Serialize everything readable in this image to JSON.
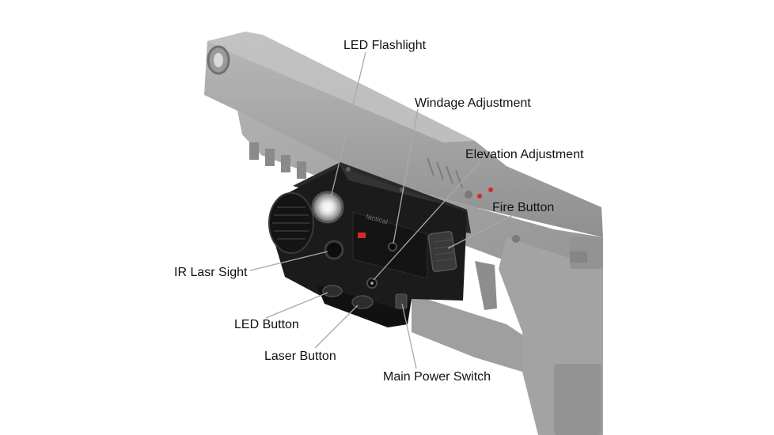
{
  "colors": {
    "background": "#ffffff",
    "pistol": "#a7a7a7",
    "pistol_dark": "#8c8c8c",
    "device": "#1b1b1b",
    "label_text": "#111111",
    "leader_line": "#a9a9a9",
    "laser_red": "#d42a2a"
  },
  "device_marking": "tactical",
  "callouts": {
    "led_flashlight": "LED Flashlight",
    "windage_adjustment": "Windage Adjustment",
    "elevation_adjustment": "Elevation Adjustment",
    "fire_button": "Fire Button",
    "ir_laser_sight": "IR Lasr Sight",
    "led_button": "LED Button",
    "laser_button": "Laser Button",
    "main_power_switch": "Main Power Switch"
  }
}
